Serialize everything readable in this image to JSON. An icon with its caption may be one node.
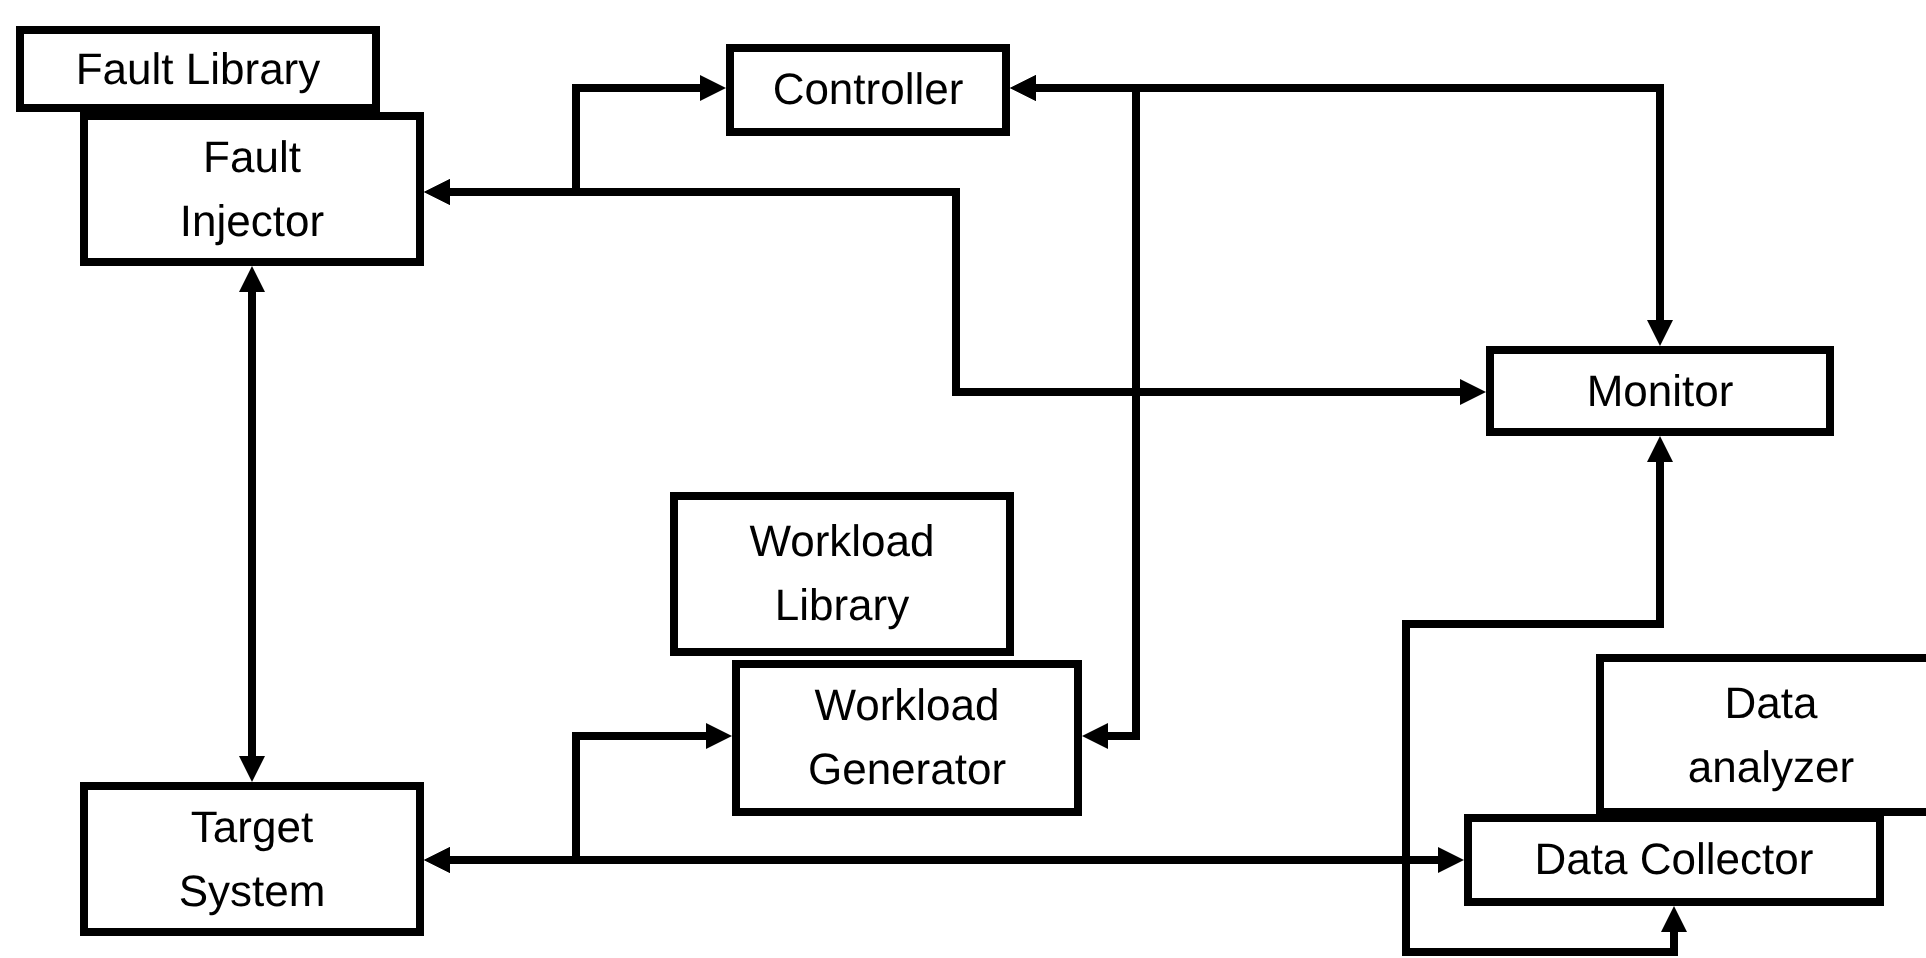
{
  "diagram": {
    "nodes": [
      {
        "text": [
          "Fault Library"
        ]
      },
      {
        "text": [
          "Fault Injector"
        ]
      },
      {
        "text": [
          "Controller"
        ]
      },
      {
        "text": [
          "Monitor"
        ]
      },
      {
        "text": [
          "Workload Library"
        ]
      },
      {
        "text": [
          "Workload Generator"
        ]
      },
      {
        "text": [
          "Target System"
        ]
      },
      {
        "text": [
          "Data analyzer"
        ]
      },
      {
        "text": [
          "Data Collector"
        ]
      }
    ],
    "edges": [
      {
        "from": 1,
        "to": 6,
        "arrow": "both"
      },
      {
        "from": 1,
        "to": 2,
        "arrow": "both"
      },
      {
        "from": 1,
        "to": 3,
        "arrow": "both"
      },
      {
        "from": 2,
        "to": 3,
        "arrow": "both"
      },
      {
        "from": 2,
        "to": 5,
        "arrow": "both"
      },
      {
        "from": 6,
        "to": 8,
        "arrow": "both"
      },
      {
        "from": 6,
        "to": 5,
        "arrow": "both"
      },
      {
        "from": 3,
        "to": 8,
        "arrow": "both"
      }
    ]
  }
}
